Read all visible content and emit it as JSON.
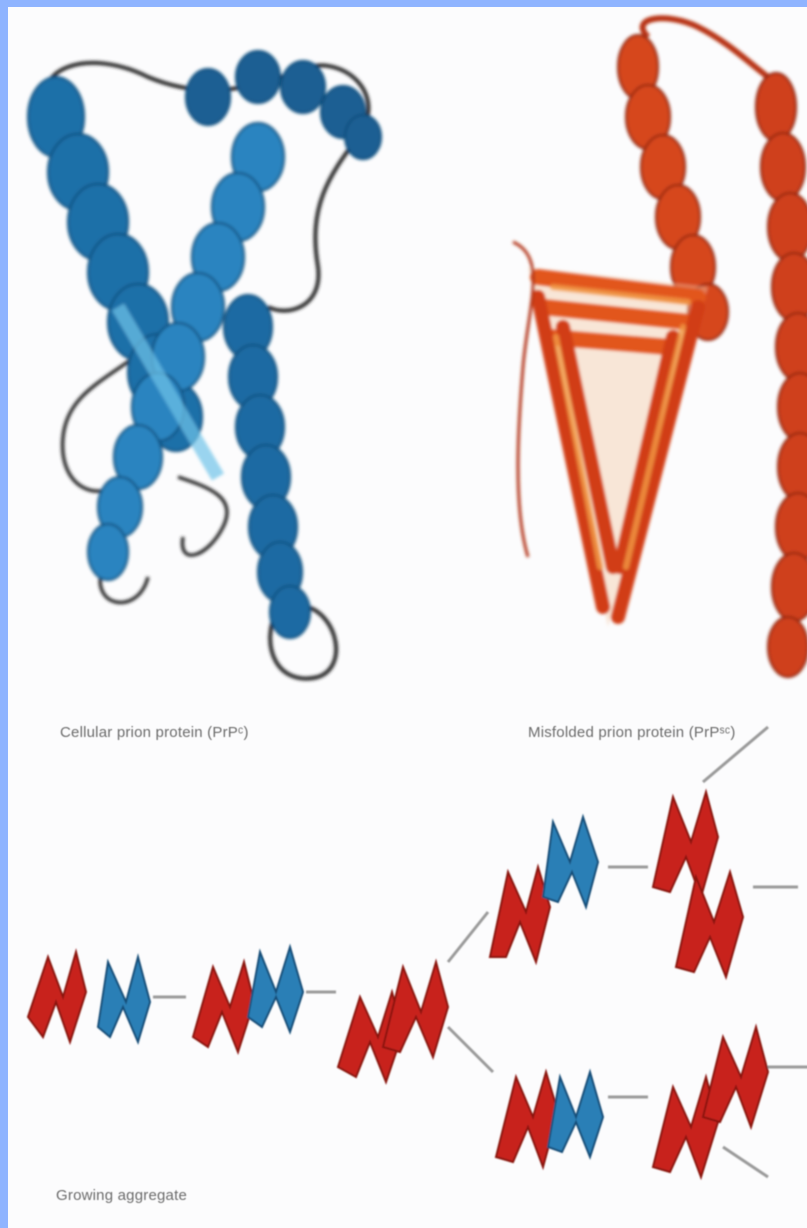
{
  "figure": {
    "captions": {
      "cellular": "Cellular prion protein (PrPᶜ)",
      "misfolded": "Misfolded prion protein (PrPˢᶜ)",
      "aggregate": "Growing aggregate"
    },
    "colors": {
      "frame": "#8fb4ff",
      "helix_blue": "#1f6fa8",
      "helix_blue_light": "#4aa3d8",
      "misfolded_orange": "#d6461e",
      "misfolded_light": "#f08a3a",
      "unit_red": "#c8201e",
      "unit_blue": "#2a7fb6",
      "arrow": "#9a9a9a",
      "loop": "#2a2a2a"
    },
    "icons": [
      "cellular-prion-structure-icon",
      "misfolded-prion-structure-icon",
      "prion-aggregation-pathway-icon"
    ]
  }
}
